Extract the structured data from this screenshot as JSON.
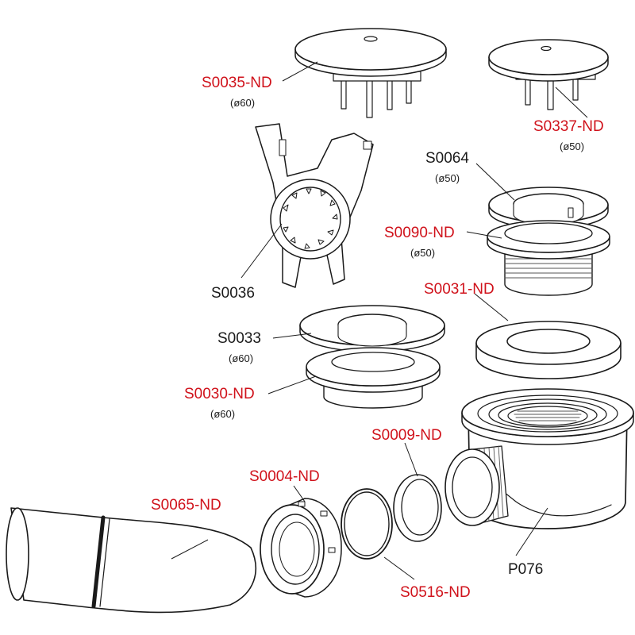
{
  "labels": {
    "s0035": {
      "code": "S0035-ND",
      "dia": "(ø60)"
    },
    "s0337": {
      "code": "S0337-ND",
      "dia": "(ø50)"
    },
    "s0064": {
      "code": "S0064",
      "dia": "(ø50)"
    },
    "s0090": {
      "code": "S0090-ND",
      "dia": "(ø50)"
    },
    "s0036": {
      "code": "S0036"
    },
    "s0031": {
      "code": "S0031-ND"
    },
    "s0033": {
      "code": "S0033",
      "dia": "(ø60)"
    },
    "s0030": {
      "code": "S0030-ND",
      "dia": "(ø60)"
    },
    "s0009": {
      "code": "S0009-ND"
    },
    "s0004": {
      "code": "S0004-ND"
    },
    "s0065": {
      "code": "S0065-ND"
    },
    "p076": {
      "code": "P076"
    },
    "s0516": {
      "code": "S0516-ND"
    }
  },
  "colors": {
    "red_label": "#d0121b",
    "black_label": "#1a1a1a",
    "line": "#1a1a1a"
  }
}
